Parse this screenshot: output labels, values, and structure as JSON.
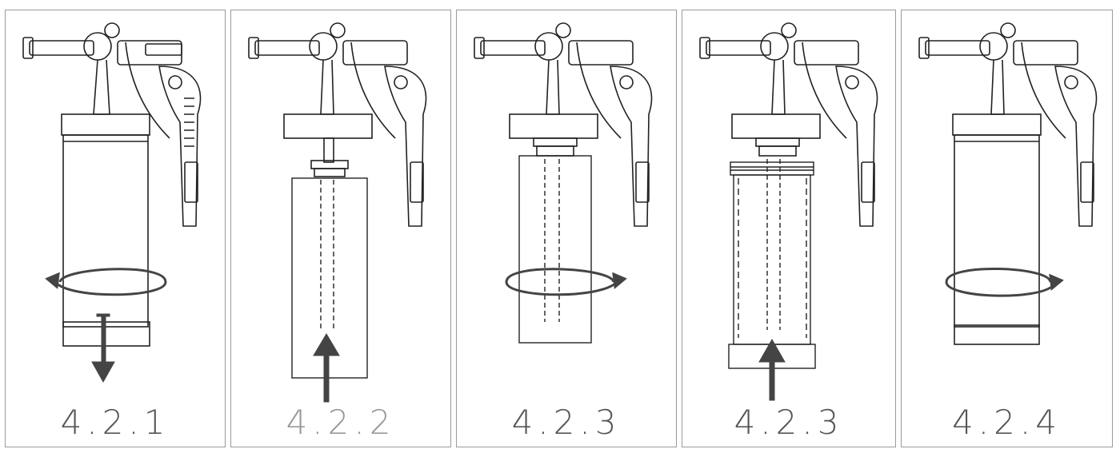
{
  "steps": [
    {
      "label": "4.2.1",
      "rotate": "counterclockwise",
      "arrow": "down",
      "muted": false
    },
    {
      "label": "4.2.2",
      "rotate": "none",
      "arrow": "up",
      "muted": true
    },
    {
      "label": "4.2.3",
      "rotate": "clockwise",
      "arrow": "none",
      "muted": false
    },
    {
      "label": "4.2.3",
      "rotate": "none",
      "arrow": "up",
      "muted": false
    },
    {
      "label": "4.2.4",
      "rotate": "clockwise",
      "arrow": "none",
      "muted": false
    }
  ],
  "icons": {
    "gun": "spray-gun-icon",
    "rotate": "rotate-arrow-icon",
    "push": "push-arrow-icon"
  }
}
